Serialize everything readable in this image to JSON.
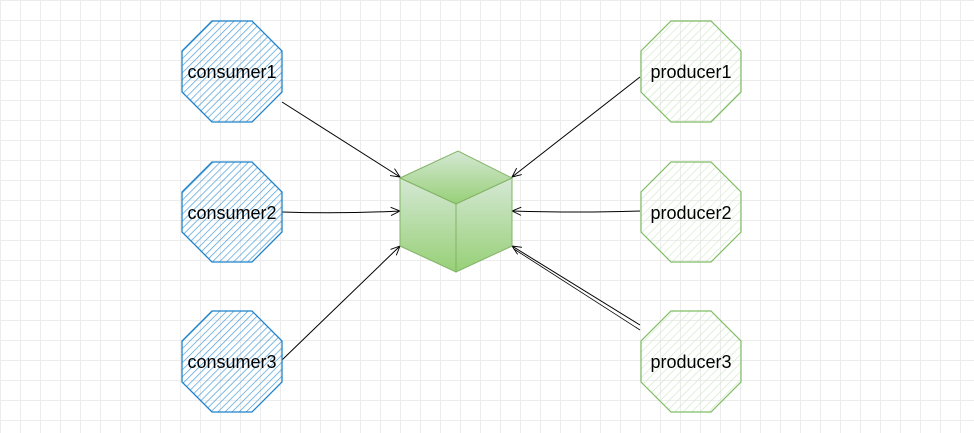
{
  "colors": {
    "consumer_stroke": "#1f82c9",
    "consumer_hatch": "#4a9edb",
    "producer_stroke": "#7ebd63",
    "producer_hatch": "#cfe7c4",
    "cube_fill_top": "#d5e8d4",
    "cube_fill_bottom": "#97d077",
    "cube_stroke": "#82b366",
    "edge": "#000000"
  },
  "consumers": [
    {
      "label": "consumer1"
    },
    {
      "label": "consumer2"
    },
    {
      "label": "consumer3"
    }
  ],
  "producers": [
    {
      "label": "producer1"
    },
    {
      "label": "producer2"
    },
    {
      "label": "producer3"
    }
  ],
  "hub": {
    "shape": "cube-icon"
  }
}
